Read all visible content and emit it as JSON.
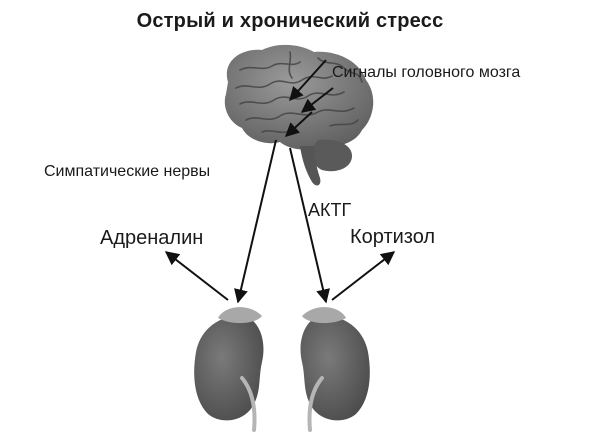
{
  "title": "Острый и хронический стресс",
  "labels": {
    "brain_signals": "Сигналы головного мозга",
    "sympathetic_nerves": "Симпатические нервы",
    "acth": "АКТГ",
    "adrenaline": "Адреналин",
    "cortisol": "Кортизол"
  },
  "colors": {
    "brain": "#7a7a7a",
    "kidney": "#5e5e5e",
    "adrenal_cap": "#a6a6a6",
    "arrow": "#111111",
    "text": "#1a1a1a"
  },
  "icons": {
    "brain": "brain-icon",
    "kidney_left": "left-kidney-icon",
    "kidney_right": "right-kidney-icon"
  }
}
